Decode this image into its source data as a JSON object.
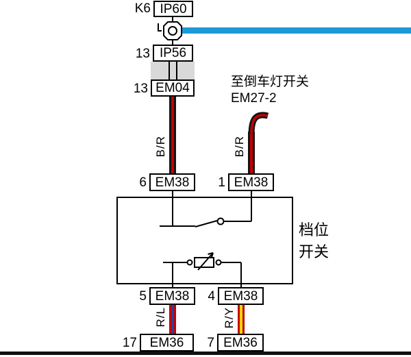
{
  "diagram": {
    "top_chain": {
      "ip60": {
        "pin": "K6",
        "label": "IP60"
      },
      "ip56": {
        "pin": "13",
        "label": "IP56"
      },
      "em04": {
        "pin": "13",
        "label": "EM04"
      }
    },
    "upper_connectors": [
      {
        "pin": "6",
        "label": "EM38"
      },
      {
        "pin": "1",
        "label": "EM38"
      }
    ],
    "lower_connectors": [
      {
        "pin": "5",
        "label": "EM38"
      },
      {
        "pin": "4",
        "label": "EM38"
      }
    ],
    "bottom_connectors": [
      {
        "pin": "17",
        "label": "EM36"
      },
      {
        "pin": "7",
        "label": "EM36"
      }
    ],
    "wires": {
      "upper_left_code": "B/R",
      "upper_right_code": "B/R",
      "lower_left_code": "R/L",
      "lower_right_code": "R/Y"
    },
    "annotation": {
      "line1": "至倒车灯开关",
      "line2": "EM27-2"
    },
    "component_label": {
      "line1": "档位",
      "line2": "开关"
    },
    "colors": {
      "blue_wire": "#1b9ad7",
      "wire_red": "#c40000",
      "wire_black": "#141414",
      "stripe_blue": "#2b3f9e",
      "stripe_yellow": "#f5d40e",
      "connector_gray": "#d9d9d9"
    }
  }
}
